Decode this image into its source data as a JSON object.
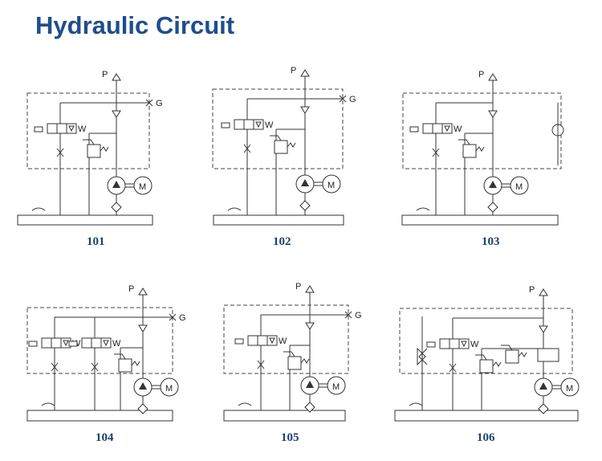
{
  "page": {
    "title": "Hydraulic Circuit"
  },
  "circuits": [
    {
      "label": "101",
      "features": [
        "G"
      ]
    },
    {
      "label": "102",
      "features": [
        "G"
      ]
    },
    {
      "label": "103",
      "features": [
        "accumulator"
      ]
    },
    {
      "label": "104",
      "features": [
        "G"
      ]
    },
    {
      "label": "105",
      "features": [
        "G"
      ]
    },
    {
      "label": "106",
      "features": []
    }
  ],
  "symbols": {
    "pressure_port": "P",
    "gauge_port": "G",
    "motor": "M",
    "spring": "W"
  }
}
